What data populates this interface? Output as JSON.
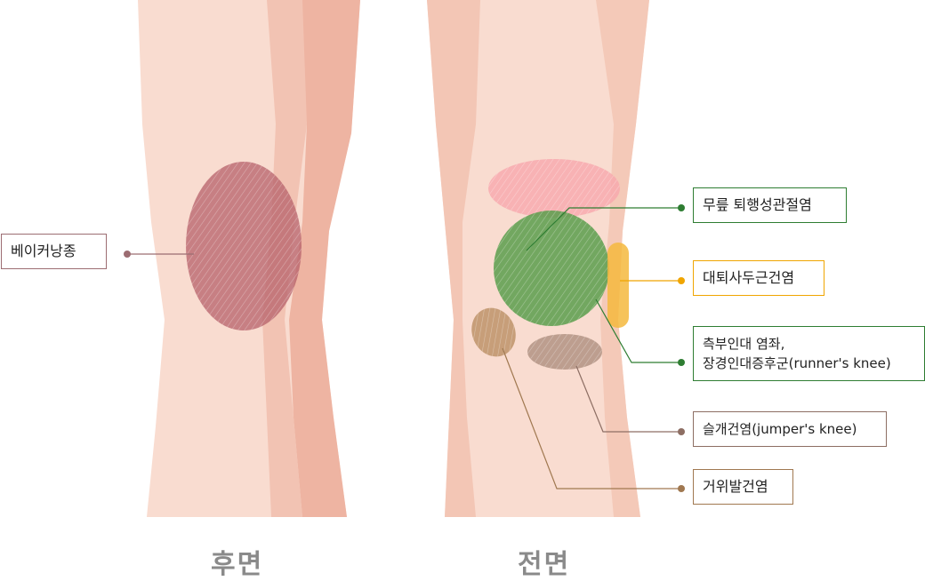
{
  "views": {
    "back_label": "후면",
    "front_label": "전면"
  },
  "callouts": {
    "baker_cyst": {
      "label": "베이커낭종",
      "color": "#9c6d72"
    },
    "knee_oa": {
      "label": "무릎 퇴행성관절염",
      "color": "#2e7d32"
    },
    "quad_tendinitis": {
      "label": "대퇴사두근건염",
      "color": "#f0a500"
    },
    "itbs": {
      "line1": "측부인대 염좌,",
      "line2": "장경인대증후군(runner's knee)",
      "color": "#2e7d32"
    },
    "patellar_tendinitis": {
      "label": "슬개건염(jumper's knee)",
      "color": "#8d6e63"
    },
    "pes_anserine": {
      "label": "거위발건염",
      "color": "#a07850"
    }
  },
  "colors": {
    "skin_light": "#f9dcd0",
    "skin_mid": "#f2c4b3",
    "skin_dark": "#e8a794",
    "baker_region": "#b5606a",
    "oa_region": "#5a9e4c",
    "quad_region": "#f5b83d",
    "pink_region": "#f7a8ad",
    "patellar_region": "#a88a7a",
    "pes_region": "#b58a5c"
  }
}
